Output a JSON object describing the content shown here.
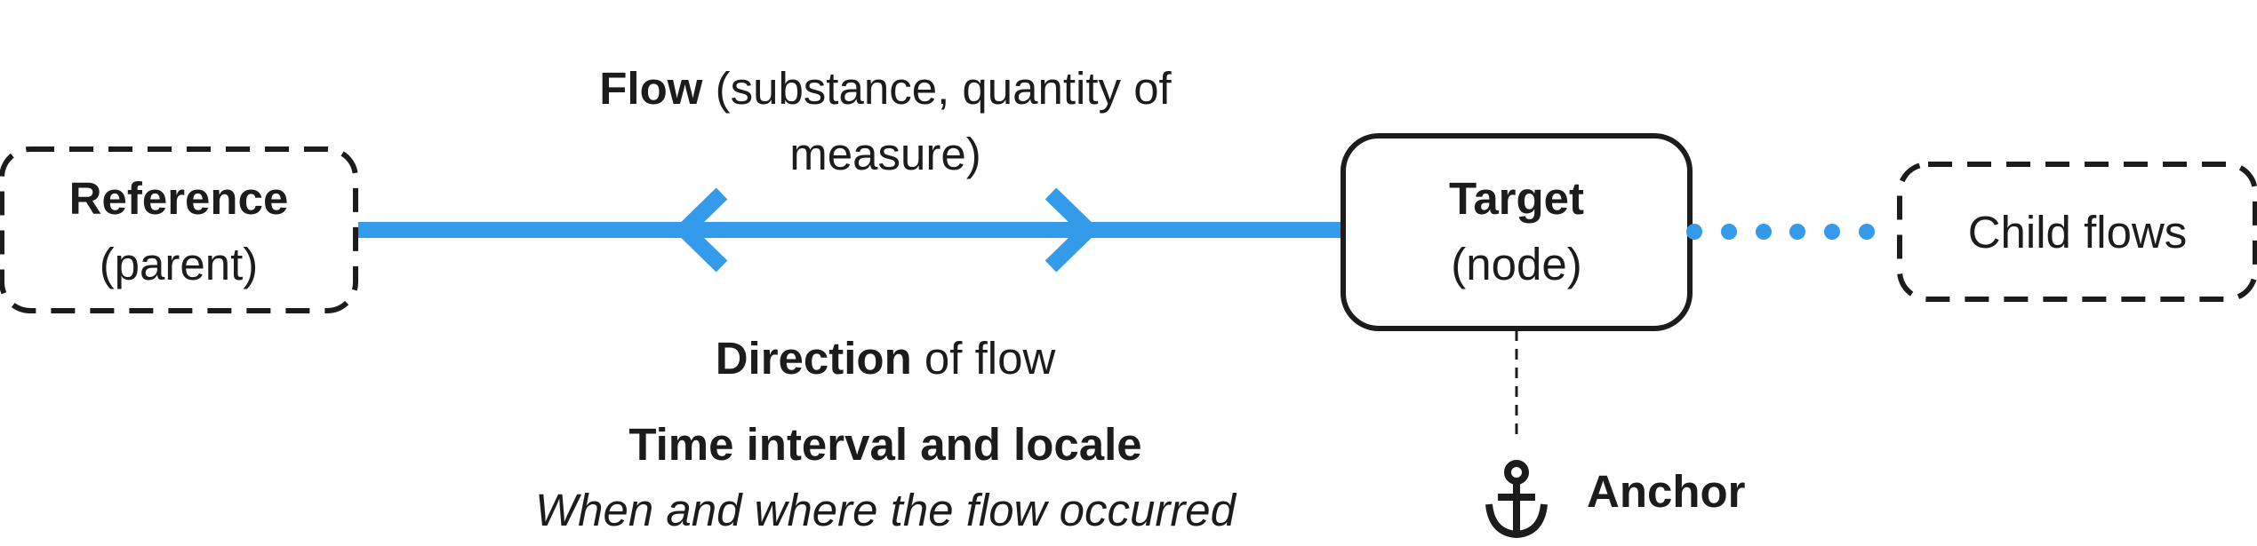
{
  "colors": {
    "flow_line": "#349aea",
    "ink": "#1c1c1c",
    "background": "#ffffff"
  },
  "nodes": {
    "reference": {
      "title": "Reference",
      "subtitle": "(parent)"
    },
    "target": {
      "title": "Target",
      "subtitle": "(node)"
    },
    "child_flows": {
      "label": "Child flows"
    }
  },
  "flow": {
    "title": "Flow",
    "description_line1": "(substance, quantity of",
    "description_line2": "measure)"
  },
  "direction": {
    "title": "Direction",
    "suffix": "of flow"
  },
  "time": {
    "title": "Time interval and locale",
    "subtitle": "When and where the flow occurred"
  },
  "anchor": {
    "label": "Anchor",
    "icon": "anchor-icon"
  }
}
